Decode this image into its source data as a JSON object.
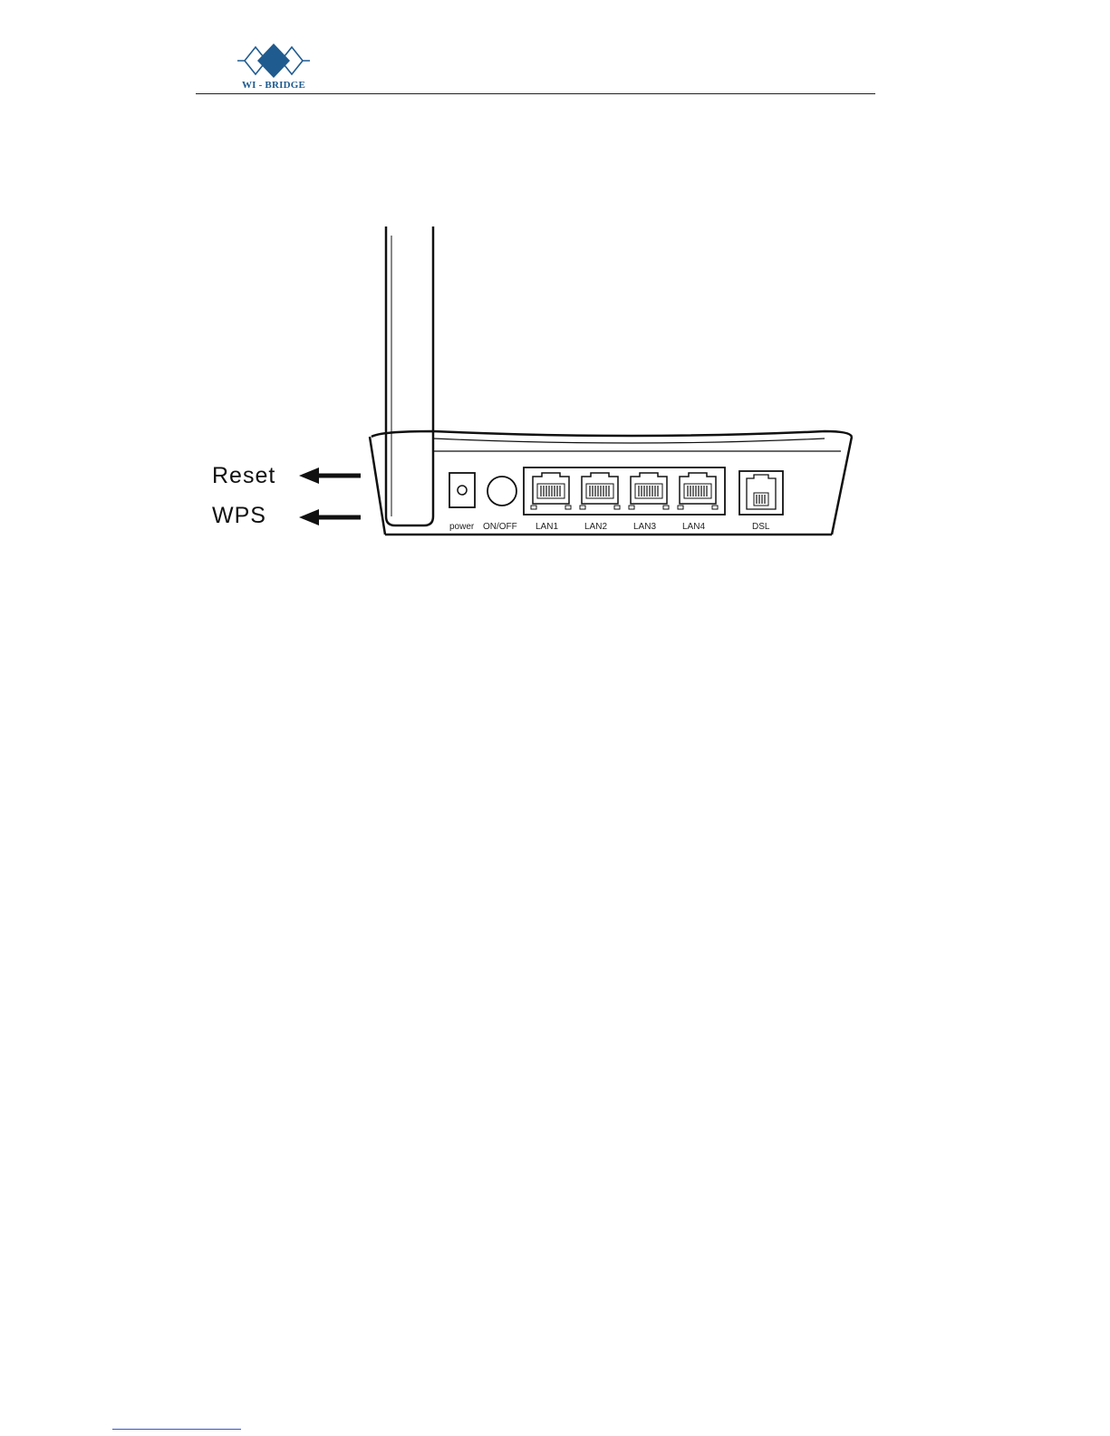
{
  "header": {
    "logo_text": "WI - BRIDGE",
    "brand_color": "#1f5b8f"
  },
  "figure": {
    "callouts": [
      {
        "label": "Reset"
      },
      {
        "label": "WPS"
      }
    ],
    "ports": [
      {
        "label": "power"
      },
      {
        "label": "ON/OFF"
      },
      {
        "label": "LAN1"
      },
      {
        "label": "LAN2"
      },
      {
        "label": "LAN3"
      },
      {
        "label": "LAN4"
      },
      {
        "label": "DSL"
      }
    ]
  }
}
